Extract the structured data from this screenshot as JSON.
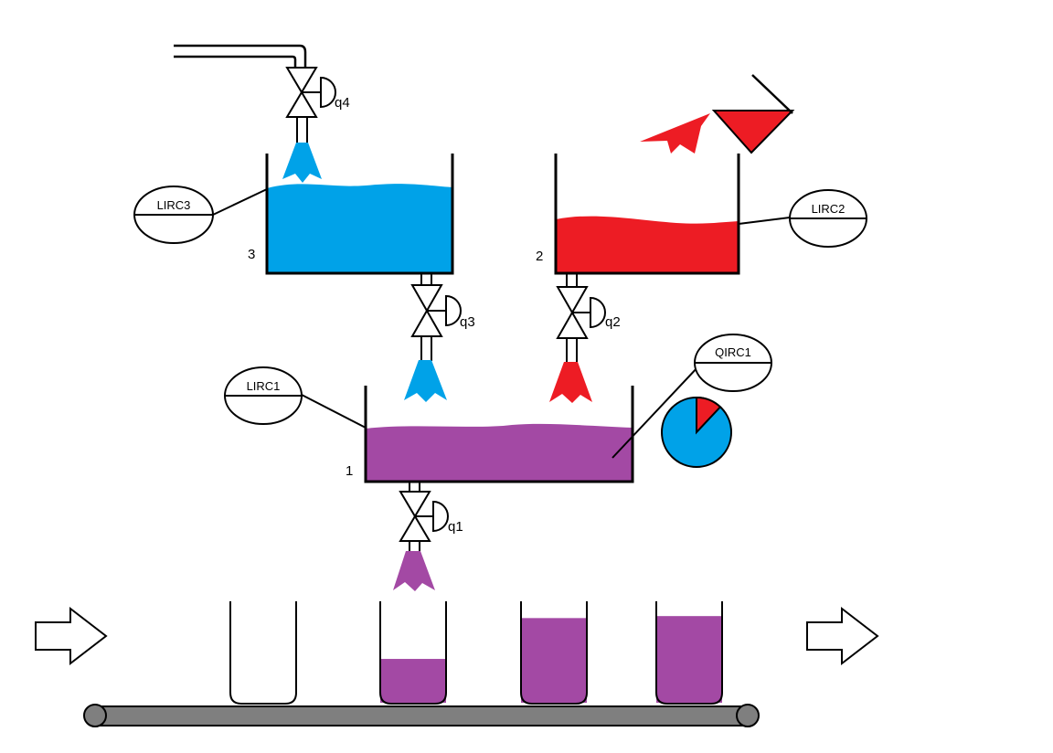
{
  "colors": {
    "water": "#00A2E8",
    "red": "#ED1C24",
    "mix": "#A349A4",
    "belt": "#7F7F7F",
    "stroke": "#000000"
  },
  "tanks": {
    "tank1": {
      "number": "1",
      "controller": "LIRC1"
    },
    "tank2": {
      "number": "2",
      "controller": "LIRC2"
    },
    "tank3": {
      "number": "3",
      "controller": "LIRC3"
    }
  },
  "quality_controller": {
    "label": "QIRC1",
    "red_fraction": 0.12
  },
  "valves": {
    "q1": "q1",
    "q2": "q2",
    "q3": "q3",
    "q4": "q4"
  },
  "bottles": [
    {
      "fill_fraction": 0.0
    },
    {
      "fill_fraction": 0.44
    },
    {
      "fill_fraction": 0.85
    },
    {
      "fill_fraction": 0.87
    }
  ]
}
